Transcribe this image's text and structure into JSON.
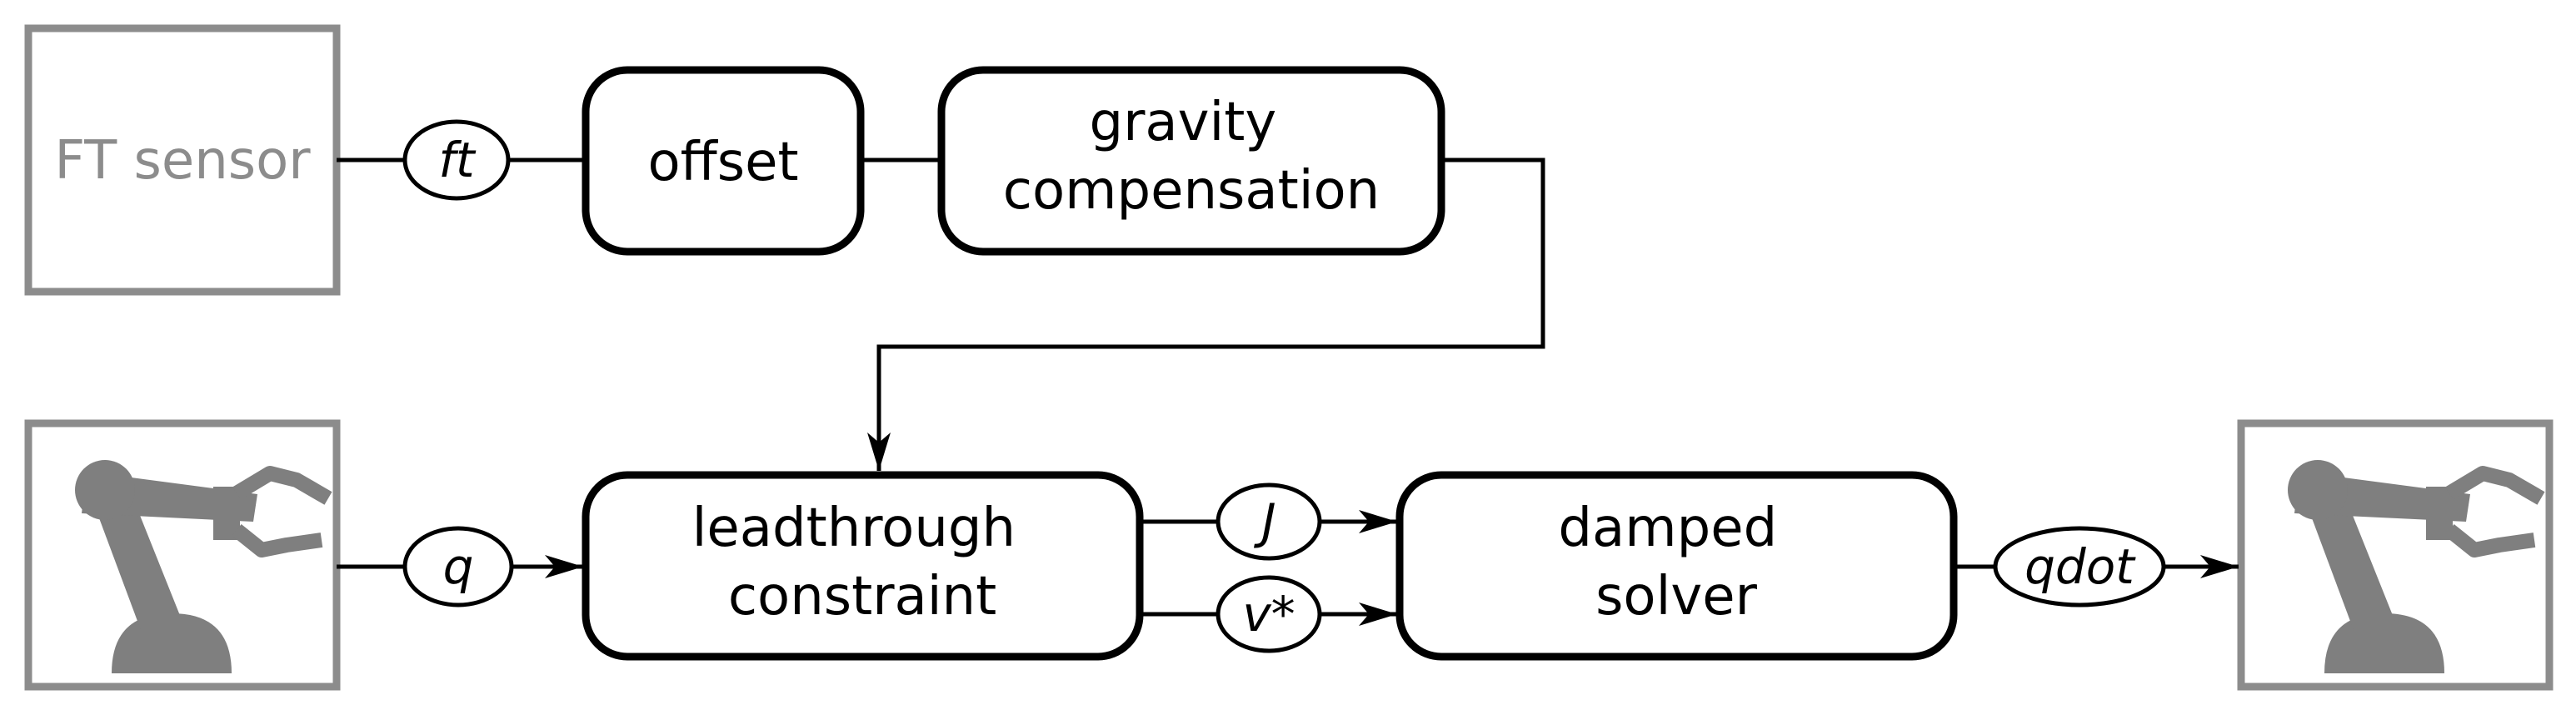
{
  "diagram": {
    "blocks": {
      "ft_sensor": "FT sensor",
      "offset": "offset",
      "gravity_compensation": [
        "gravity",
        "compensation"
      ],
      "leadthrough_constraint": [
        "leadthrough",
        "constraint"
      ],
      "damped_solver": [
        "damped",
        "solver"
      ]
    },
    "signals": {
      "ft": "ft",
      "q": "q",
      "J": "J",
      "v_star": "v*",
      "qdot": "qdot"
    },
    "icons": {
      "robot_input": "robot-arm-icon",
      "robot_output": "robot-arm-icon"
    },
    "colors": {
      "sensor_gray": "#8c8c8c",
      "line": "#000000",
      "robot_gray": "#7f7f7f"
    }
  }
}
